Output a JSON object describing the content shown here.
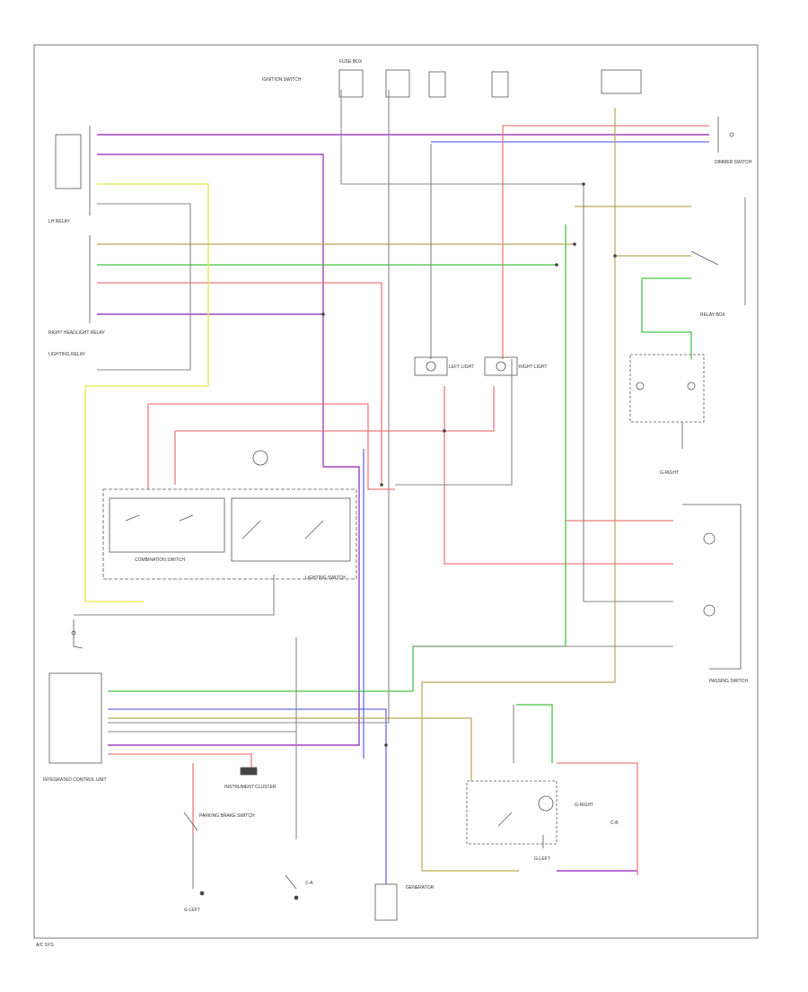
{
  "labels": {
    "ignition_switch": "IGNITION SWITCH",
    "right_headlight_relay": "RIGHT HEADLIGHT RELAY",
    "relay_box": "RELAY BOX",
    "dimmer_switch": "DIMMER SWITCH",
    "left_relay": "LH RELAY",
    "lighting_relay": "LIGHTING RELAY",
    "left_light": "LEFT LIGHT",
    "right_light": "RIGHT LIGHT",
    "combination_switch": "COMBINATION SWITCH",
    "lighting_switch": "LIGHTING SWITCH",
    "passing_switch": "PASSING SWITCH",
    "integrated_control_unit": "INTEGRATED CONTROL UNIT",
    "instrument_cluster": "INSTRUMENT CLUSTER",
    "parking_brake_switch": "PARKING BRAKE SWITCH",
    "generator": "GENERATOR",
    "fuse_box": "FUSE BOX",
    "ground_right_a": "G-RIGHT",
    "ground_left_a": "G-LEFT",
    "ground_left_b": "G-LEFT",
    "ground_right_b": "G-RIGHT",
    "connector_a": "C-A",
    "connector_b": "C-B",
    "bottom_code": "A/C SYS"
  },
  "wire_colors": {
    "purple": "#a040c0",
    "blue": "#6a6af0",
    "red": "#f07a7a",
    "green": "#44c444",
    "yellow": "#e6e644",
    "olive": "#b8a854",
    "tan": "#d8c89a",
    "grey": "#888888",
    "black": "#333333"
  }
}
